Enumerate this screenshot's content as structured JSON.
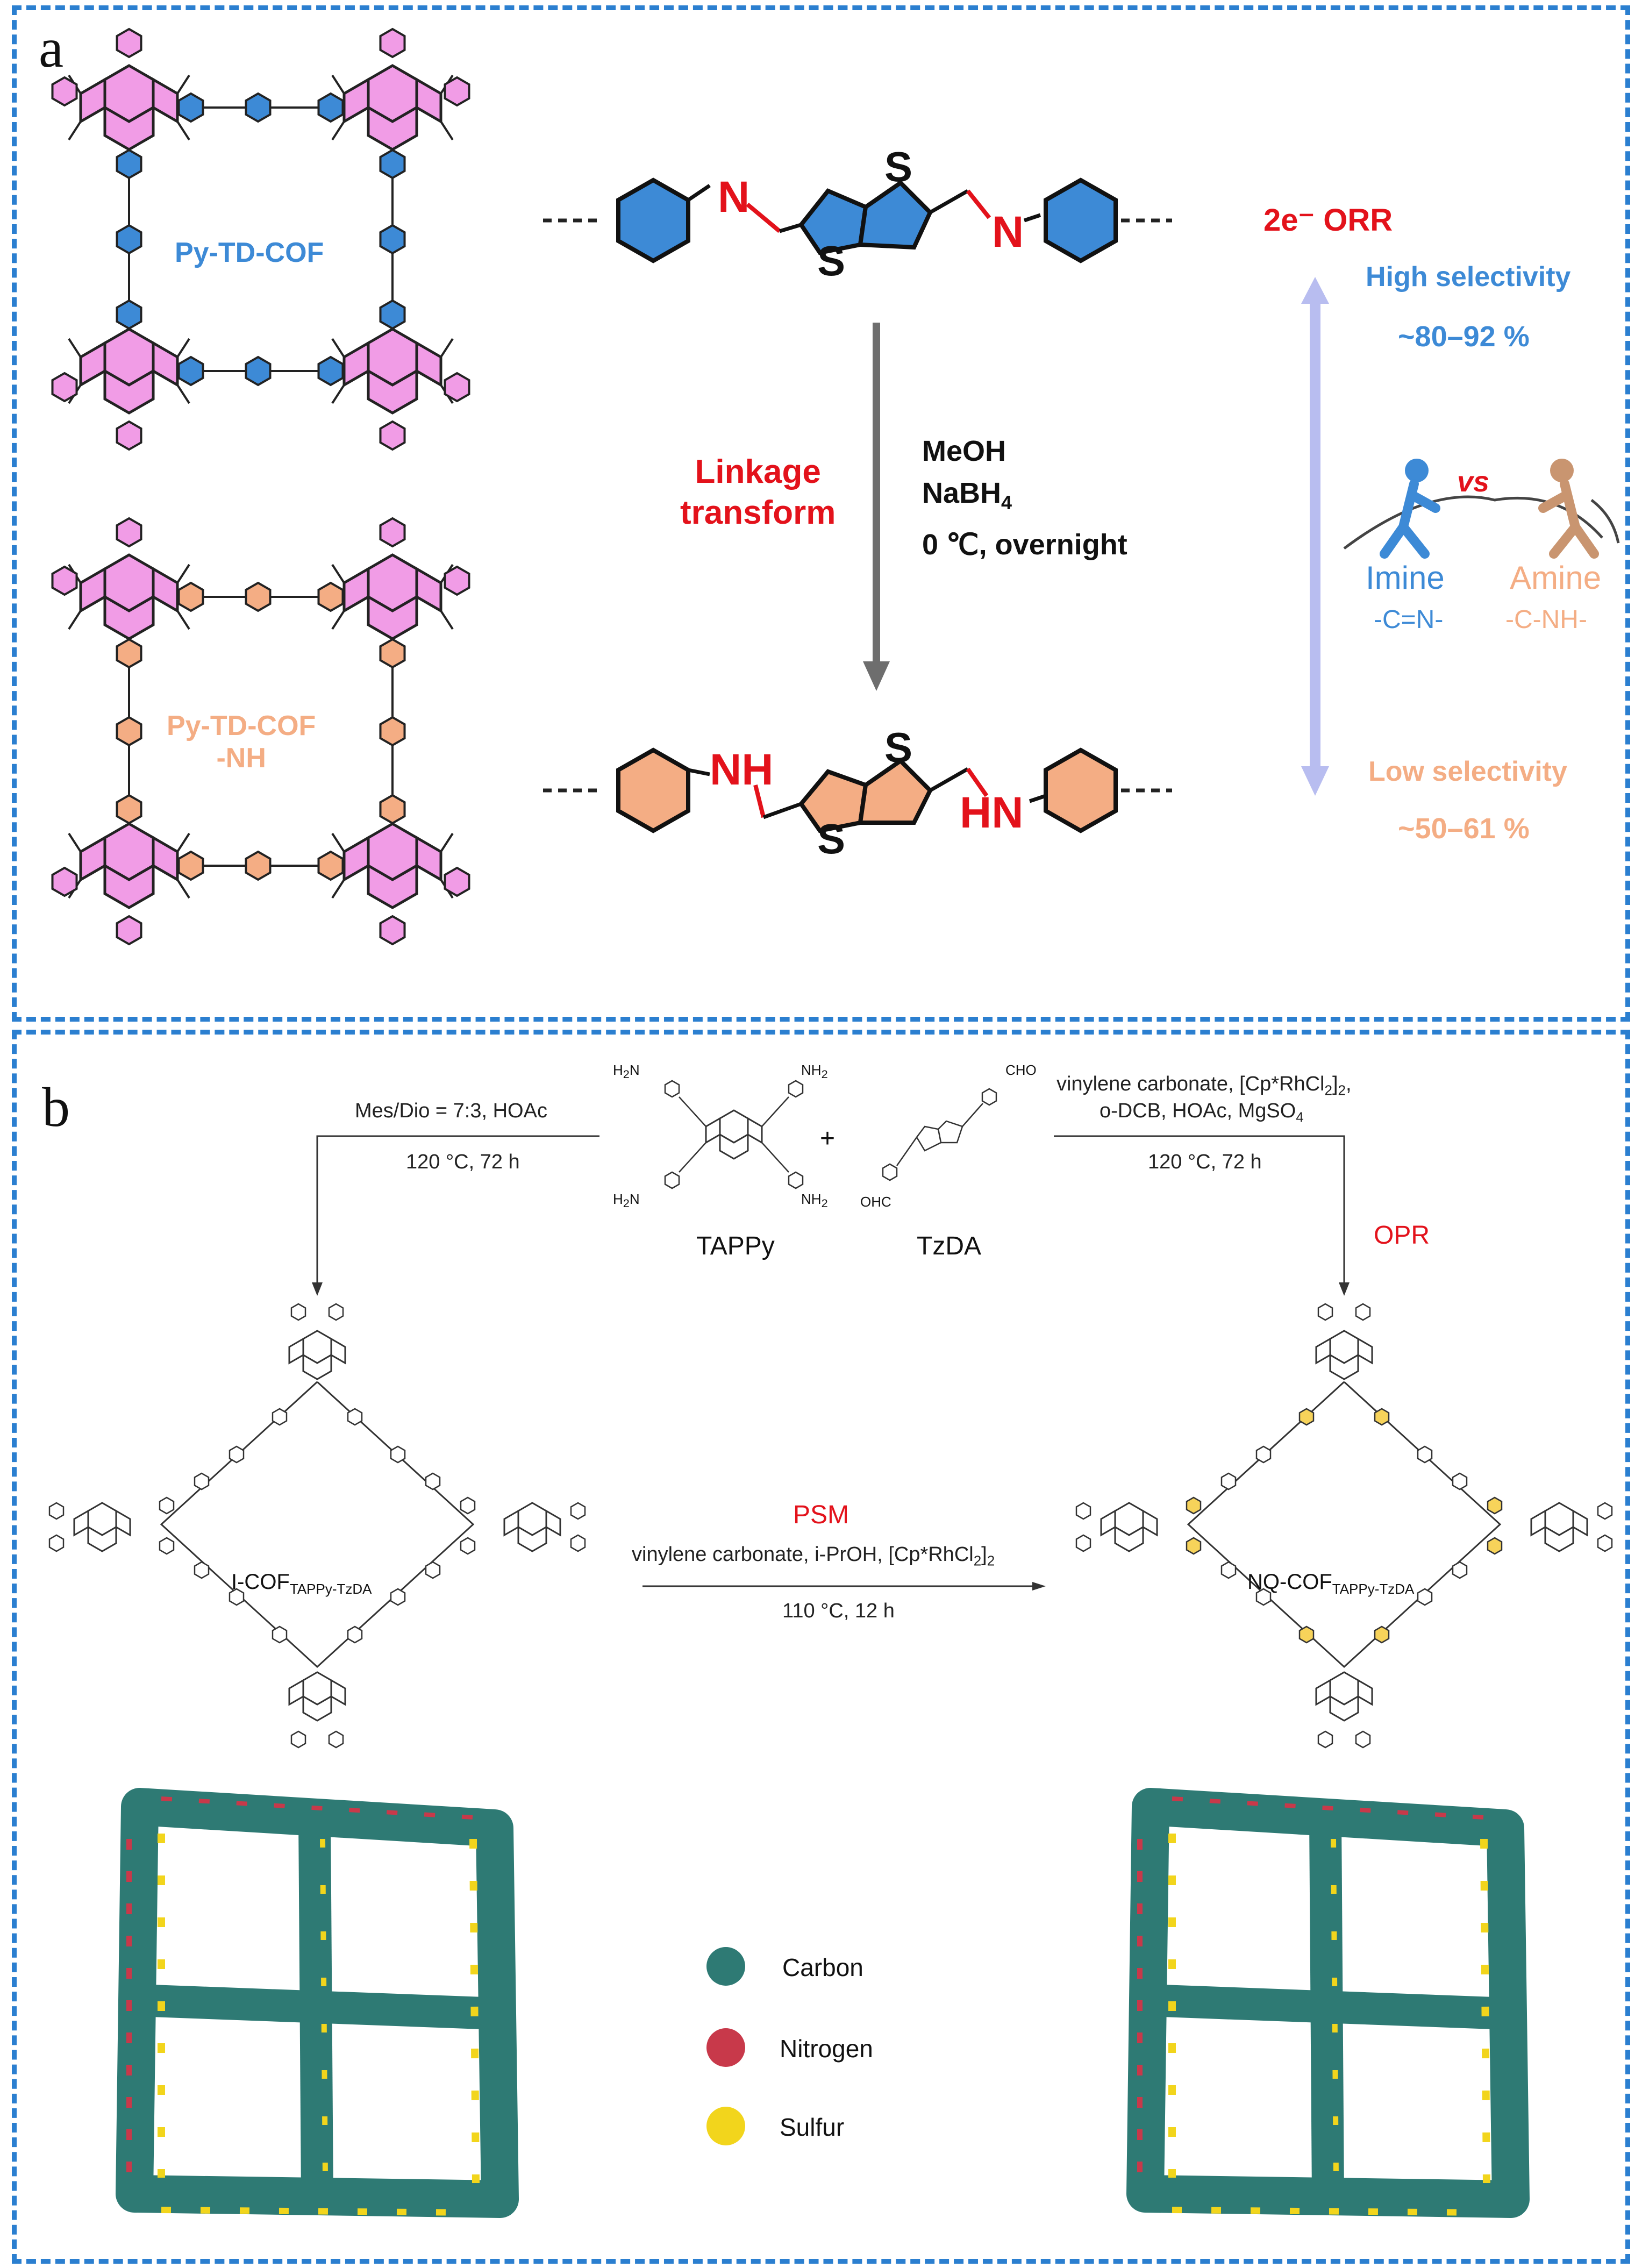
{
  "panel_a": {
    "label": "a",
    "cof1_name": "Py-TD-COF",
    "cof2_name_line1": "Py-TD-COF",
    "cof2_name_line2": "-NH",
    "arrow_left_line1": "Linkage",
    "arrow_left_line2": "transform",
    "cond_line1": "MeOH",
    "cond_line2": "NaBH",
    "cond_line2_sub": "4",
    "cond_line3": "0 ℃, overnight",
    "orr_title": "2e⁻ ORR",
    "high_sel": "High selectivity",
    "high_val": "~80–92 %",
    "low_sel": "Low selectivity",
    "low_val": "~50–61 %",
    "vs": "vs",
    "imine": "Imine",
    "imine_formula": "-C=N-",
    "amine": "Amine",
    "amine_formula": "-C-NH-",
    "atom_n": "N",
    "atom_s": "S",
    "atom_nh": "NH",
    "atom_hn": "HN"
  },
  "panel_b": {
    "label": "b",
    "left_cond_line1": "Mes/Dio = 7:3, HOAc",
    "left_cond_line2": "120 °C, 72 h",
    "right_cond_line1": "vinylene carbonate, [Cp*RhCl",
    "right_cond_line1_sub": "2",
    "right_cond_line1_end": "]",
    "right_cond_line1_sub2": "2",
    "right_cond_line1_tail": ",",
    "right_cond_line2": "o-DCB, HOAc, MgSO",
    "right_cond_line2_sub": "4",
    "right_cond_line3": "120 °C, 72 h",
    "opr": "OPR",
    "plus": "+",
    "tappy": "TAPPy",
    "tzda": "TzDA",
    "nh2": "NH",
    "nh2_sub": "2",
    "h2n": "H",
    "h2n_sub": "2",
    "h2n_end": "N",
    "cho": "CHO",
    "ohc": "OHC",
    "psm": "PSM",
    "psm_cond_line1": "vinylene carbonate, i-PrOH, [Cp*RhCl",
    "psm_cond_line1_sub": "2",
    "psm_cond_line1_end": "]",
    "psm_cond_line1_sub2": "2",
    "psm_cond_line2": "110 °C, 12 h",
    "icof": "I-COF",
    "icof_sub": "TAPPy-TzDA",
    "nqcof": "NQ-COF",
    "nqcof_sub": "TAPPy-TzDA",
    "legend": [
      {
        "label": "Carbon",
        "color": "#2e7a74"
      },
      {
        "label": "Nitrogen",
        "color": "#c8394a"
      },
      {
        "label": "Sulfur",
        "color": "#f2d51c"
      }
    ]
  },
  "colors": {
    "frame": "#2b7fd0",
    "pyrene": "#f19ce6",
    "imine_ring": "#3d8ad6",
    "amine_ring": "#f4ad84",
    "red": "#e3121b",
    "arrow_purple": "#b8bdf0",
    "pyridine_yellow": "#f7d35a",
    "framework_teal": "#2e7a74"
  }
}
